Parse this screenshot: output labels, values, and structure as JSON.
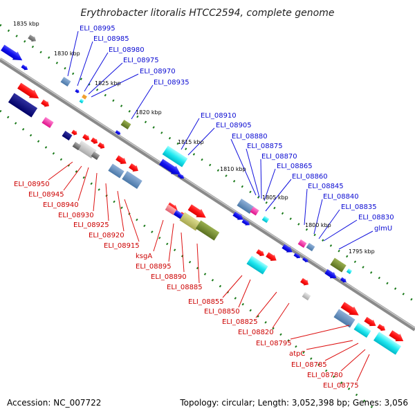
{
  "title": "Erythrobacter litoralis HTCC2594, complete genome",
  "footer": {
    "accession": "Accession: NC_007722",
    "summary": "Topology: circular; Length: 3,052,398 bp; Genes: 3,056"
  },
  "colors": {
    "top_labels": "#0a0ad2",
    "bottom_labels": "#cc0000",
    "backbone": "#808080",
    "dots": "#1a7a1a"
  },
  "kbp_marks": [
    {
      "label": "1835 kbp"
    },
    {
      "label": "1830 kbp"
    },
    {
      "label": "1825 kbp"
    },
    {
      "label": "1820 kbp"
    },
    {
      "label": "1815 kbp"
    },
    {
      "label": "1810 kbp"
    },
    {
      "label": "1805 kbp"
    },
    {
      "label": "1800 kbp"
    },
    {
      "label": "1795 kbp"
    }
  ],
  "top_labels": [
    {
      "text": "ELI_08995"
    },
    {
      "text": "ELI_08985"
    },
    {
      "text": "ELI_08980"
    },
    {
      "text": "ELI_08975"
    },
    {
      "text": "ELI_08970"
    },
    {
      "text": "ELI_08935"
    },
    {
      "text": "ELI_08910"
    },
    {
      "text": "ELI_08905"
    },
    {
      "text": "ELI_08880"
    },
    {
      "text": "ELI_08875"
    },
    {
      "text": "ELI_08870"
    },
    {
      "text": "ELI_08865"
    },
    {
      "text": "ELI_08860"
    },
    {
      "text": "ELI_08845"
    },
    {
      "text": "ELI_08840"
    },
    {
      "text": "ELI_08835"
    },
    {
      "text": "ELI_08830"
    },
    {
      "text": "glmU"
    }
  ],
  "bottom_labels": [
    {
      "text": "ELI_08950"
    },
    {
      "text": "ELI_08945"
    },
    {
      "text": "ELI_08940"
    },
    {
      "text": "ELI_08930"
    },
    {
      "text": "ELI_08925"
    },
    {
      "text": "ELI_08920"
    },
    {
      "text": "ELI_08915"
    },
    {
      "text": "ksgA"
    },
    {
      "text": "ELI_08895"
    },
    {
      "text": "ELI_08890"
    },
    {
      "text": "ELI_08885"
    },
    {
      "text": "ELI_08855"
    },
    {
      "text": "ELI_08850"
    },
    {
      "text": "ELI_08825"
    },
    {
      "text": "ELI_08820"
    },
    {
      "text": "ELI_08795"
    },
    {
      "text": "atpC"
    },
    {
      "text": "ELI_08785"
    },
    {
      "text": "ELI_08780"
    },
    {
      "text": "ELI_08775"
    }
  ]
}
